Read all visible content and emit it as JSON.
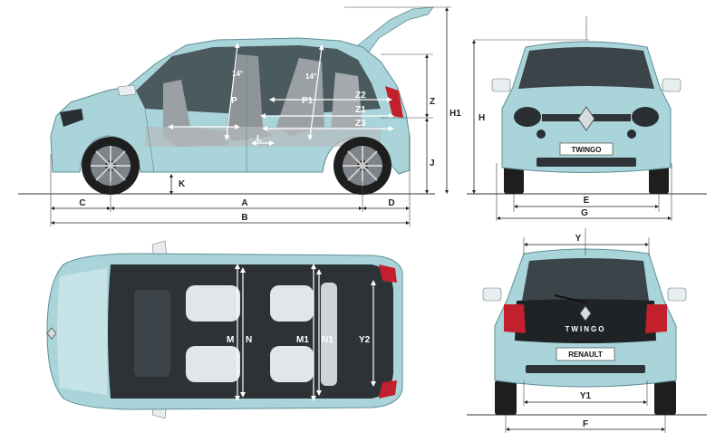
{
  "brand": "TWINGO",
  "rear_badge": "TWINGO",
  "rear_plate": "RENAULT",
  "colors": {
    "body": "#a9d4d9",
    "body_dark": "#6fa8b0",
    "glass": "#2f3a40",
    "interior": "#8a8f93",
    "tyre": "#1e1e1e"
  },
  "side_view": {
    "exterior_labels": {
      "overall_length": "B",
      "wheelbase": "A",
      "front_overhang": "C",
      "rear_overhang": "D",
      "ground_clearance": "K",
      "overall_height": "H1",
      "boot_height": "Z",
      "sill_height": "J"
    },
    "interior_labels": {
      "front_legroom": "P",
      "rear_legroom": "P1",
      "knee_room": "L",
      "load_length_1": "Z1",
      "load_length_2": "Z2",
      "load_length_3": "Z3",
      "angle_front": "14°",
      "angle_rear": "14°"
    }
  },
  "front_view": {
    "labels": {
      "height": "H",
      "front_track": "E",
      "overall_width": "G"
    }
  },
  "top_view": {
    "labels": {
      "front_elbow": "M",
      "front_shoulder": "N",
      "rear_elbow": "M1",
      "rear_shoulder": "N1",
      "boot_width": "Y2"
    }
  },
  "rear_view": {
    "labels": {
      "boot_opening": "Y",
      "boot_inner": "Y1",
      "rear_track": "F"
    }
  }
}
